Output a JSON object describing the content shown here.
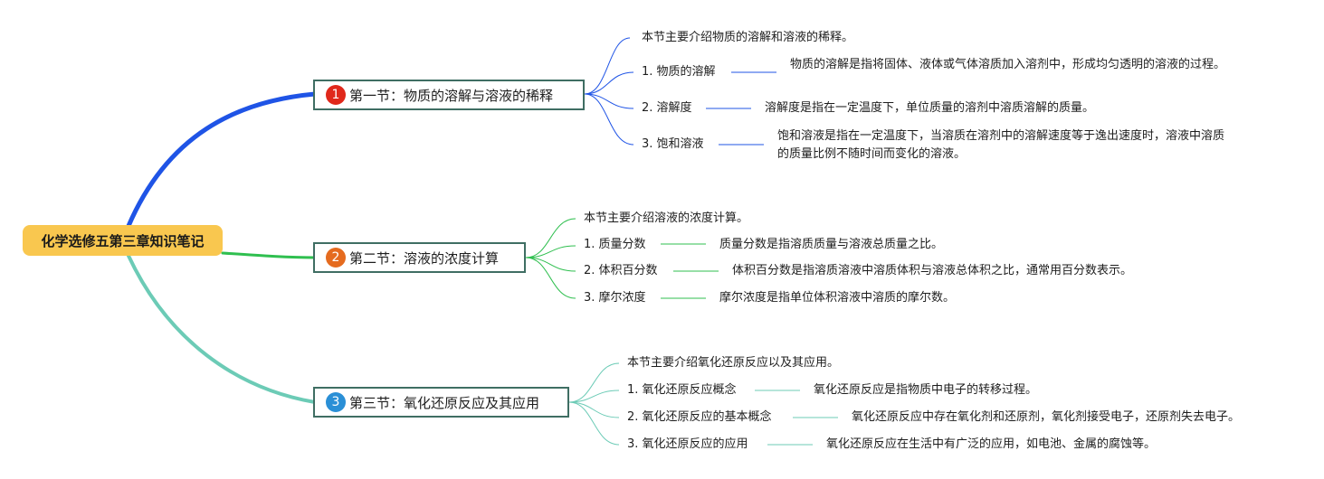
{
  "root": {
    "title": "化学选修五第三章知识笔记"
  },
  "colors": {
    "root_fill": "#f9c74f",
    "branch1": "#1f54e6",
    "branch2": "#2fbf4f",
    "branch3": "#6ccbb6",
    "badge1": "#e0281b",
    "badge2": "#e56b1f",
    "badge3": "#2a8fd6",
    "section_border": "#3f6e63"
  },
  "sections": [
    {
      "badge": "1",
      "title": "第一节：物质的溶解与溶液的稀释",
      "intro": "本节主要介绍物质的溶解和溶液的稀释。",
      "items": [
        {
          "label": "1. 物质的溶解",
          "desc": "物质的溶解是指将固体、液体或气体溶质加入溶剂中，形成均匀透明的溶液的过程。"
        },
        {
          "label": "2. 溶解度",
          "desc": "溶解度是指在一定温度下，单位质量的溶剂中溶质溶解的质量。"
        },
        {
          "label": "3. 饱和溶液",
          "desc": "饱和溶液是指在一定温度下，当溶质在溶剂中的溶解速度等于逸出速度时，溶液中溶质的质量比例不随时间而变化的溶液。"
        }
      ]
    },
    {
      "badge": "2",
      "title": "第二节：溶液的浓度计算",
      "intro": "本节主要介绍溶液的浓度计算。",
      "items": [
        {
          "label": "1. 质量分数",
          "desc": "质量分数是指溶质质量与溶液总质量之比。"
        },
        {
          "label": "2. 体积百分数",
          "desc": "体积百分数是指溶质溶液中溶质体积与溶液总体积之比，通常用百分数表示。"
        },
        {
          "label": "3. 摩尔浓度",
          "desc": "摩尔浓度是指单位体积溶液中溶质的摩尔数。"
        }
      ]
    },
    {
      "badge": "3",
      "title": "第三节：氧化还原反应及其应用",
      "intro": "本节主要介绍氧化还原反应以及其应用。",
      "items": [
        {
          "label": "1. 氧化还原反应概念",
          "desc": "氧化还原反应是指物质中电子的转移过程。"
        },
        {
          "label": "2. 氧化还原反应的基本概念",
          "desc": "氧化还原反应中存在氧化剂和还原剂，氧化剂接受电子，还原剂失去电子。"
        },
        {
          "label": "3. 氧化还原反应的应用",
          "desc": "氧化还原反应在生活中有广泛的应用，如电池、金属的腐蚀等。"
        }
      ]
    }
  ]
}
